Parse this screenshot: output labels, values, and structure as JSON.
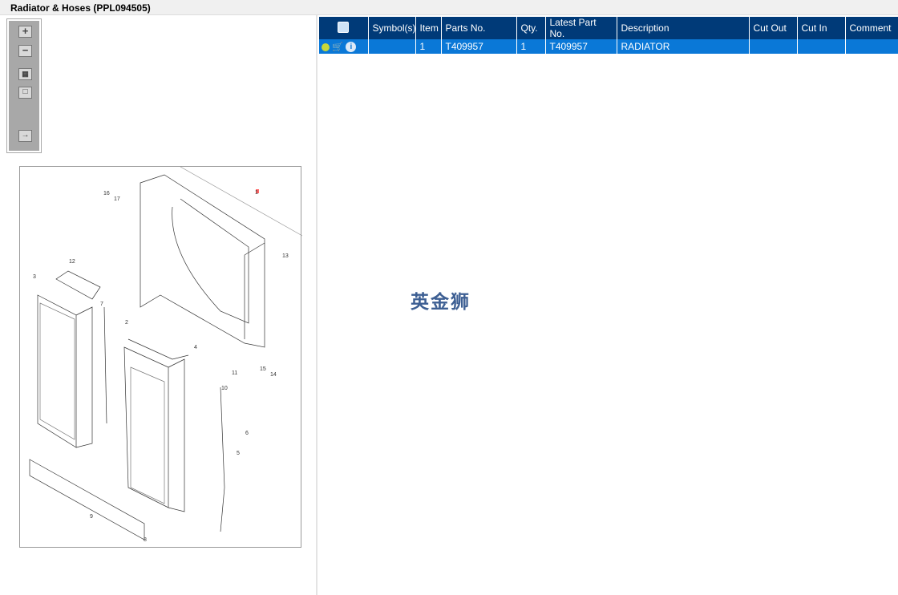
{
  "window": {
    "title": "Radiator & Hoses (PPL094505)"
  },
  "toolbar": {
    "buttons": [
      "zoom-in",
      "zoom-out",
      "fit-all",
      "actual-size",
      "export"
    ]
  },
  "diagram": {
    "callouts": [
      "1",
      "2",
      "3",
      "4",
      "5",
      "6",
      "7",
      "8",
      "9",
      "10",
      "11",
      "12",
      "13",
      "14",
      "15",
      "16",
      "17"
    ]
  },
  "table": {
    "headers": [
      "Symbol(s)",
      "Item",
      "Parts No.",
      "Qty.",
      "Latest Part No.",
      "Description",
      "Cut Out",
      "Cut In",
      "Comment"
    ],
    "rows": [
      {
        "symbols": "",
        "item": "1",
        "parts_no": "T409957",
        "qty": "1",
        "latest_part_no": "T409957",
        "description": "RADIATOR",
        "cut_out": "",
        "cut_in": "",
        "comment": ""
      }
    ]
  },
  "watermark": "英金狮",
  "colors": {
    "header": "#003a78",
    "selected_row": "#0a78d7"
  }
}
